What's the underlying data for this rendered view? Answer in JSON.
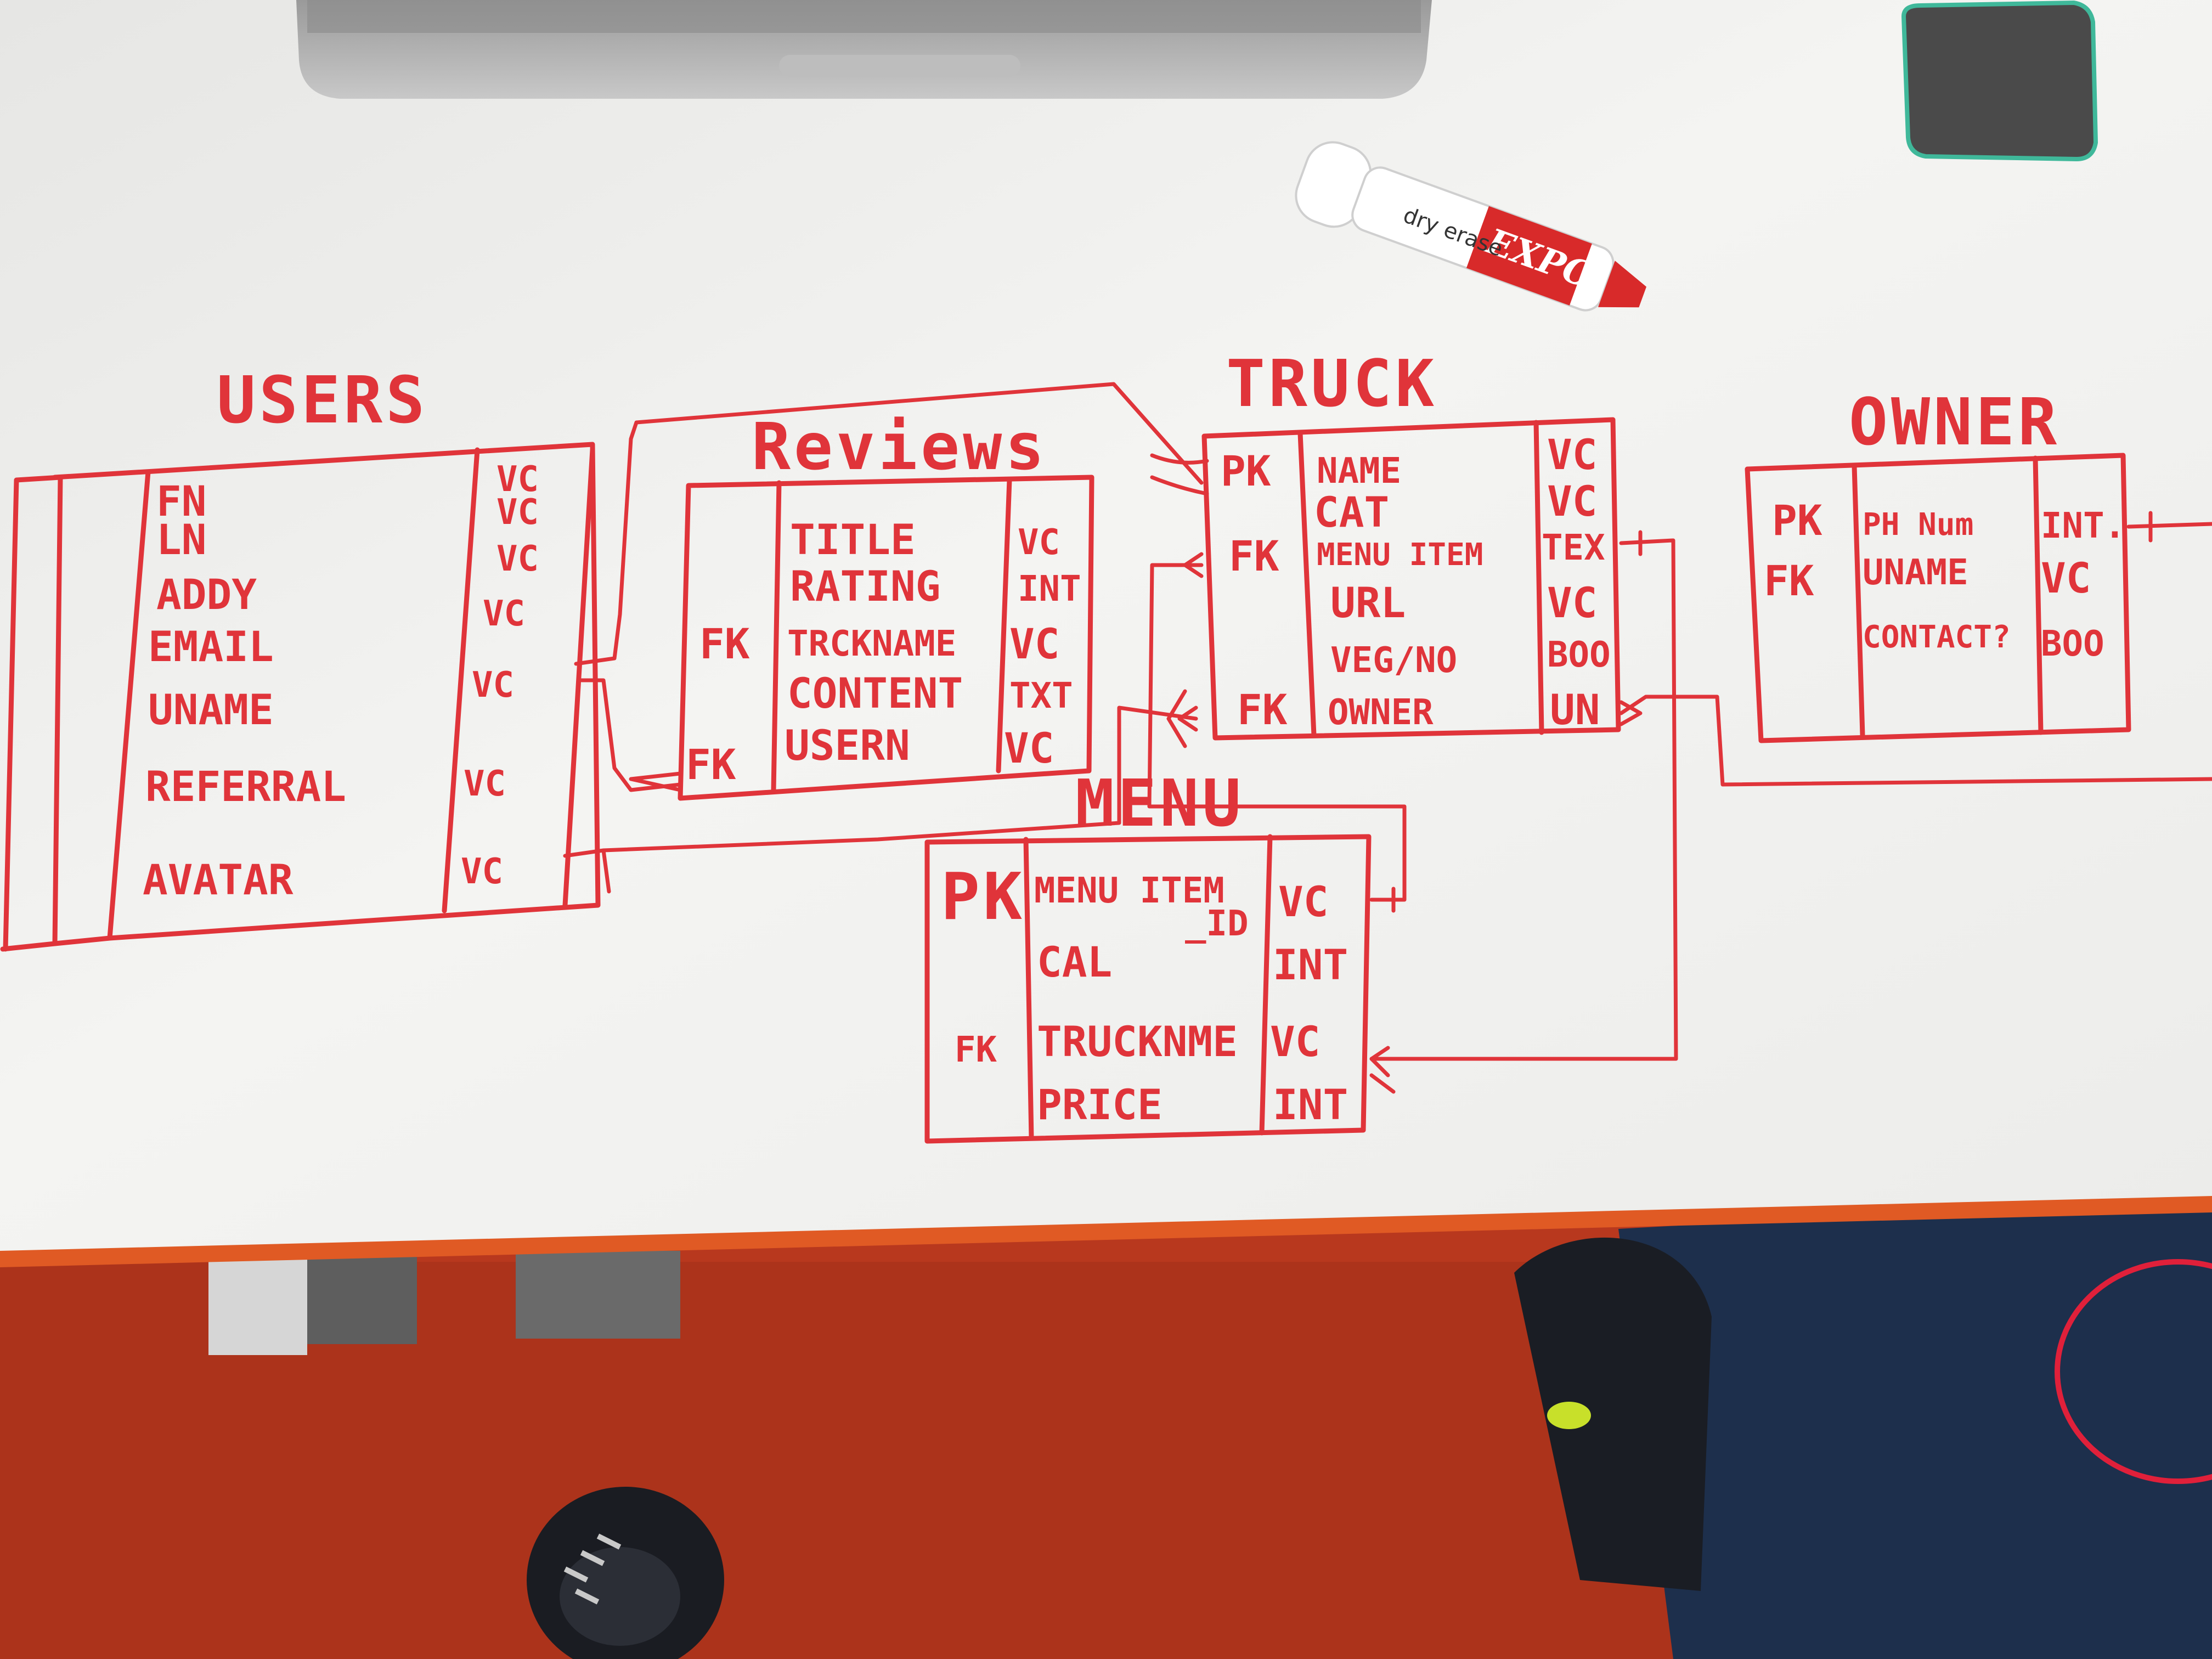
{
  "colors": {
    "ink": "#e0343a",
    "board": "#f2f2f0",
    "board_edge": "#e05a24",
    "floor": "#b8381e"
  },
  "icons": [
    "laptop-icon",
    "marker-icon",
    "eraser-icon",
    "shoe-icon"
  ],
  "marker": {
    "brand": "EXPO",
    "label": "dry erase"
  },
  "tables": {
    "users": {
      "title": "USERS",
      "rows": [
        {
          "key": "",
          "name": "FN",
          "type": "VC"
        },
        {
          "key": "",
          "name": "LN",
          "type": "VC"
        },
        {
          "key": "",
          "name": "ADDY",
          "type": "VC"
        },
        {
          "key": "",
          "name": "EMAIL",
          "type": "VC"
        },
        {
          "key": "",
          "name": "UNAME",
          "type": "VC"
        },
        {
          "key": "",
          "name": "REFERRAL",
          "type": "VC"
        },
        {
          "key": "",
          "name": "AVATAR",
          "type": "VC"
        }
      ]
    },
    "reviews": {
      "title": "Reviews",
      "rows": [
        {
          "key": "",
          "name": "TITLE",
          "type": "VC"
        },
        {
          "key": "",
          "name": "RATING",
          "type": "INT"
        },
        {
          "key": "FK",
          "name": "TRCKNAME",
          "type": "VC"
        },
        {
          "key": "",
          "name": "CONTENT",
          "type": "TXT"
        },
        {
          "key": "FK",
          "name": "USERN",
          "type": "VC"
        }
      ]
    },
    "truck": {
      "title": "TRUCK",
      "rows": [
        {
          "key": "PK",
          "name": "NAME",
          "type": "VC"
        },
        {
          "key": "",
          "name": "CAT",
          "type": "VC"
        },
        {
          "key": "FK",
          "name": "MENU ITEM",
          "type": "TEX"
        },
        {
          "key": "",
          "name": "URL",
          "type": "VC"
        },
        {
          "key": "",
          "name": "VEG/NO",
          "type": "BOO"
        },
        {
          "key": "FK",
          "name": "OWNER",
          "type": "UN"
        }
      ]
    },
    "owner": {
      "title": "OWNER",
      "rows": [
        {
          "key": "PK",
          "name": "PH Num",
          "type": "INT."
        },
        {
          "key": "FK",
          "name": "UNAME",
          "type": "VC"
        },
        {
          "key": "",
          "name": "CONTACT?",
          "type": "BOO"
        }
      ]
    },
    "menu": {
      "title": "MENU",
      "rows": [
        {
          "key": "PK",
          "name": "MENU ITEM",
          "type": "VC"
        },
        {
          "key": "",
          "name": "_ID",
          "type": ""
        },
        {
          "key": "",
          "name": "CAL",
          "type": "INT"
        },
        {
          "key": "FK",
          "name": "TRUCKNME",
          "type": "VC"
        },
        {
          "key": "",
          "name": "PRICE",
          "type": "INT"
        }
      ]
    }
  }
}
